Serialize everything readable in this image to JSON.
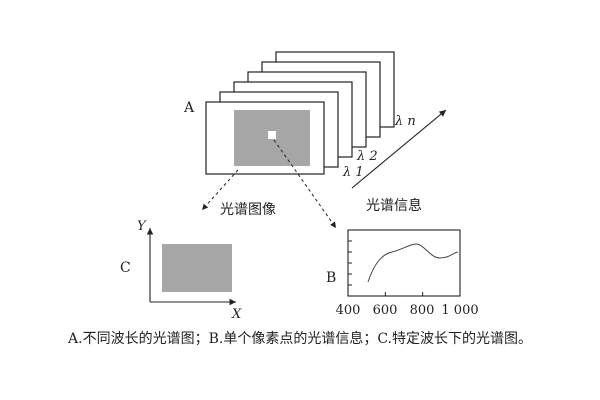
{
  "labels": {
    "panel_a": "A",
    "panel_b": "B",
    "panel_c": "C",
    "lambda_1": "λ 1",
    "lambda_2": "λ 2",
    "lambda_n": "λ n",
    "spectral_image": "光谱图像",
    "spectral_info": "光谱信息",
    "axis_y": "Y",
    "axis_x": "X"
  },
  "spectrum_chart": {
    "x_ticks": [
      "400",
      "600",
      "800",
      "1 000"
    ],
    "x_range": [
      400,
      1000
    ],
    "y_ticks_count": 5
  },
  "caption": "A.不同波长的光谱图；B.单个像素点的光谱信息；C.特定波长下的光谱图。",
  "colors": {
    "line": "#222222",
    "image_fill": "#a6a6a6",
    "pixel": "#ffffff"
  }
}
